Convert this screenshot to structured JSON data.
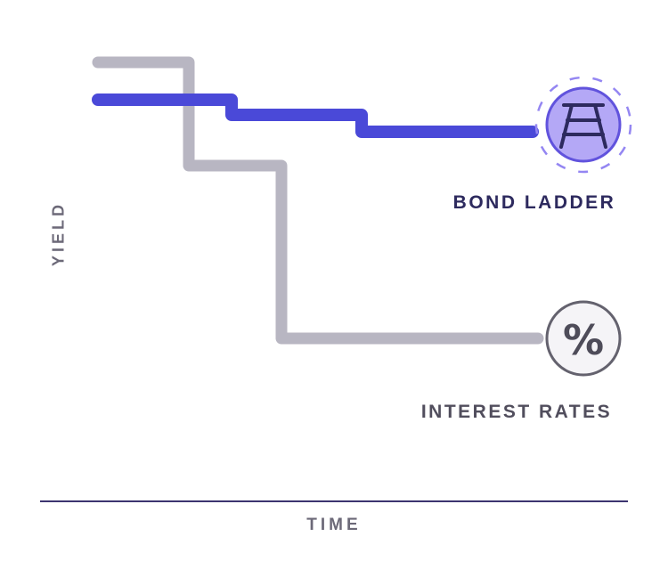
{
  "chart_data": {
    "type": "line",
    "variant": "step",
    "coordinate_space": "svg_px_750x630",
    "xlabel": "TIME",
    "ylabel": "YIELD",
    "grid": false,
    "legend_position": "inline-right-badges",
    "axes": {
      "x": {
        "label": "TIME",
        "ticks": [],
        "line_y": 563,
        "x_start": 45,
        "x_end": 705
      },
      "y": {
        "label": "YIELD",
        "ticks": []
      }
    },
    "series": [
      {
        "id": "interest-rates",
        "name": "INTEREST RATES",
        "color": "#b8b6c2",
        "stroke_width": 13,
        "points": [
          [
            110,
            70
          ],
          [
            212,
            70
          ],
          [
            212,
            186
          ],
          [
            316,
            186
          ],
          [
            316,
            380
          ],
          [
            604,
            380
          ]
        ]
      },
      {
        "id": "bond-ladder",
        "name": "BOND LADDER",
        "color": "#4a49d8",
        "stroke_width": 14,
        "points": [
          [
            110,
            112
          ],
          [
            260,
            112
          ],
          [
            260,
            129
          ],
          [
            406,
            129
          ],
          [
            406,
            148
          ],
          [
            598,
            148
          ]
        ]
      }
    ]
  },
  "icons": {
    "bond_ladder": {
      "name": "ladder-icon",
      "fill": "#b4a8f6",
      "ring": "#6153dd",
      "dash_ring": "#9486f2",
      "glyph_color": "#2d2a5e"
    },
    "interest_rates": {
      "name": "percent-icon",
      "glyph": "%",
      "fill": "#f5f4f7",
      "ring": "#64626e",
      "glyph_color": "#4e4c59"
    }
  },
  "axis": {
    "color": "#3c3470",
    "label_color": "#6c6978"
  }
}
